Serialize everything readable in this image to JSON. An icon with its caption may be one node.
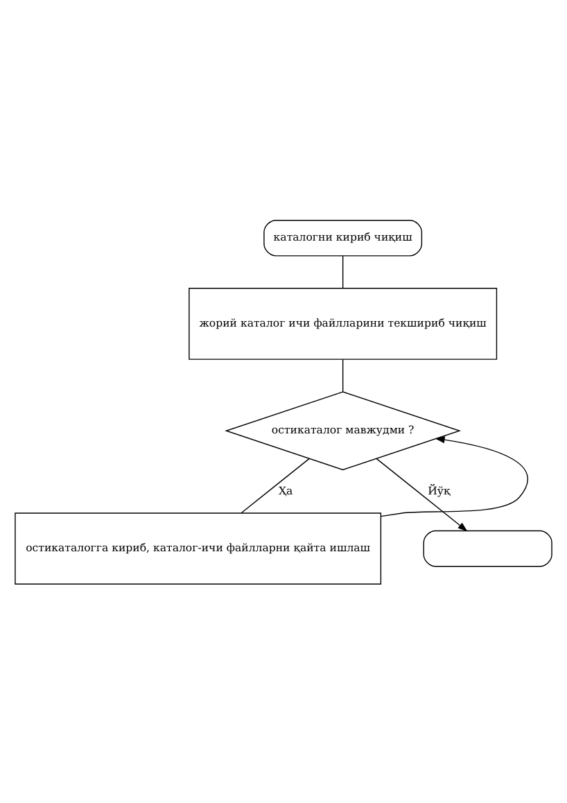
{
  "diagram": {
    "nodes": [
      {
        "text": [
          "каталогни кириб чиқиш"
        ]
      },
      {
        "text": [
          "жорий каталог ичи файлларини текшириб чиқиш"
        ]
      },
      {
        "text": [
          "остикаталог мавжудми ?"
        ]
      },
      {
        "text": [
          "остикаталогга кириб, каталог-ичи файлларни қайта ишлаш"
        ]
      },
      {
        "text": [],
        "shape": "oval"
      }
    ],
    "edges": [
      {
        "from": 0,
        "to": 1,
        "arrow": "none"
      },
      {
        "from": 1,
        "to": 2,
        "arrow": "none"
      },
      {
        "from": 2,
        "to": 3,
        "arrow": "none",
        "label": "Ҳа"
      },
      {
        "from": 3,
        "to": 2,
        "arrow": "to"
      },
      {
        "from": 2,
        "to": 4,
        "arrow": "to",
        "label": "Йўқ"
      }
    ]
  }
}
